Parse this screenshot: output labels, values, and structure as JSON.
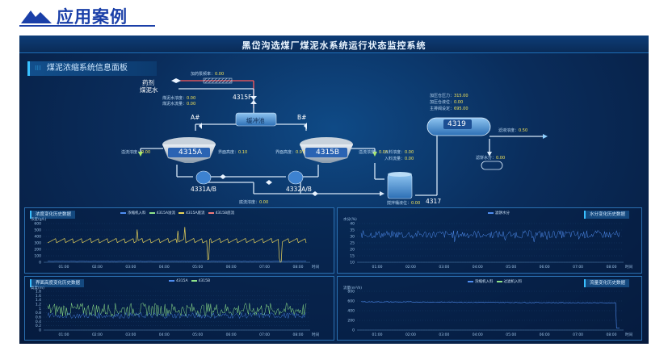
{
  "header": {
    "title": "应用案例"
  },
  "dashboard": {
    "title": "黑岱沟选煤厂煤泥水系统运行状态监控系统",
    "panel_title": "煤泥浓缩系统信息面板",
    "process": {
      "dosing_freq_label": "加药泵频率：",
      "dosing_freq_value": "0.00",
      "reagent_label": "药剂",
      "slurry_label": "煤泥水",
      "slurry_conc_label": "煤泥水浓度：",
      "slurry_conc_value": "0.00",
      "slurry_flow_label": "煤泥水流量：",
      "slurry_flow_value": "0.00",
      "valve_4315F": "4315F",
      "buffer_tank": "缓冲池",
      "a_label": "A#",
      "b_label": "B#",
      "thickener_a": "4315A",
      "thickener_b": "4315B",
      "overflow_a_label": "溢流浓度：",
      "overflow_a_value": "0.00",
      "interface_a_label": "界面高度：",
      "interface_a_value": "0.10",
      "interface_b_label": "界面高度：",
      "interface_b_value": "0.97",
      "overflow_b_label": "溢流浓度：",
      "overflow_b_value": "0.00",
      "pump_a": "4331A/B",
      "pump_b": "4332A/B",
      "underflow_label": "底流浓度：",
      "underflow_value": "0.00",
      "feed_conc_label": "入料浓度：",
      "feed_conc_value": "0.00",
      "feed_flow_label": "入料流量：",
      "feed_flow_value": "0.00",
      "mix_level_label": "搅拌桶液位：",
      "mix_level_value": "0.00",
      "mix_tank": "4317",
      "press_pressure_label": "加压仓压力：",
      "press_pressure_value": "315.00",
      "press_level_label": "加压仓液位：",
      "press_level_value": "0.00",
      "main_valve_label": "主排阀设定：",
      "main_valve_value": "695.00",
      "filter": "4319",
      "filtrate_label": "滤液浓度：",
      "filtrate_value": "0.50",
      "cake_moisture_label": "滤饼水分：",
      "cake_moisture_value": "0.00"
    },
    "charts": {
      "conc": {
        "title": "浓度变化历史数据",
        "ylabel": "浓度(g/L)",
        "legend": [
          "浓缩机入料",
          "4315A溢流",
          "4315A底流",
          "4315B底流"
        ],
        "yticks": [
          "600",
          "500",
          "400",
          "300",
          "200",
          "100",
          "0"
        ],
        "xticks": [
          "01:00",
          "02:00",
          "03:00",
          "04:00",
          "05:00",
          "06:00",
          "07:00",
          "08:00"
        ],
        "xunit": "时间"
      },
      "moisture": {
        "title": "水分变化历史数据",
        "ylabel": "水分(%)",
        "legend": [
          "滤饼水分"
        ],
        "yticks": [
          "40",
          "35",
          "30",
          "25",
          "20",
          "15",
          "10"
        ],
        "xticks": [
          "01:00",
          "02:00",
          "03:00",
          "04:00",
          "05:00",
          "06:00",
          "07:00",
          "08:00"
        ],
        "xunit": "时间"
      },
      "interface": {
        "title": "界面高度变化历史数据",
        "ylabel": "高度(m)",
        "legend": [
          "4315A",
          "4315B"
        ],
        "yticks": [
          "1.8",
          "1.6",
          "1.4",
          "1.2",
          "1",
          "0.8",
          "0.6",
          "0.4",
          "0.2",
          "0"
        ],
        "xticks": [
          "01:00",
          "02:00",
          "03:00",
          "04:00",
          "05:00",
          "06:00",
          "07:00",
          "08:00"
        ],
        "xunit": "时间"
      },
      "flow": {
        "title": "流量变化历史数据",
        "ylabel": "流量(m³/h)",
        "legend": [
          "浓缩机入料",
          "过滤机入料"
        ],
        "yticks": [
          "800",
          "600",
          "400",
          "200",
          "0"
        ],
        "xticks": [
          "01:00",
          "02:00",
          "03:00",
          "04:00",
          "05:00",
          "06:00",
          "07:00",
          "08:00"
        ],
        "xunit": "时间"
      }
    }
  },
  "colors": {
    "accent": "#39c0ff",
    "value": "#f2e35a",
    "series_yellow": "#e8d35a",
    "series_blue": "#4f8df0",
    "series_green": "#8fe38a",
    "series_orange": "#f0b45a"
  }
}
